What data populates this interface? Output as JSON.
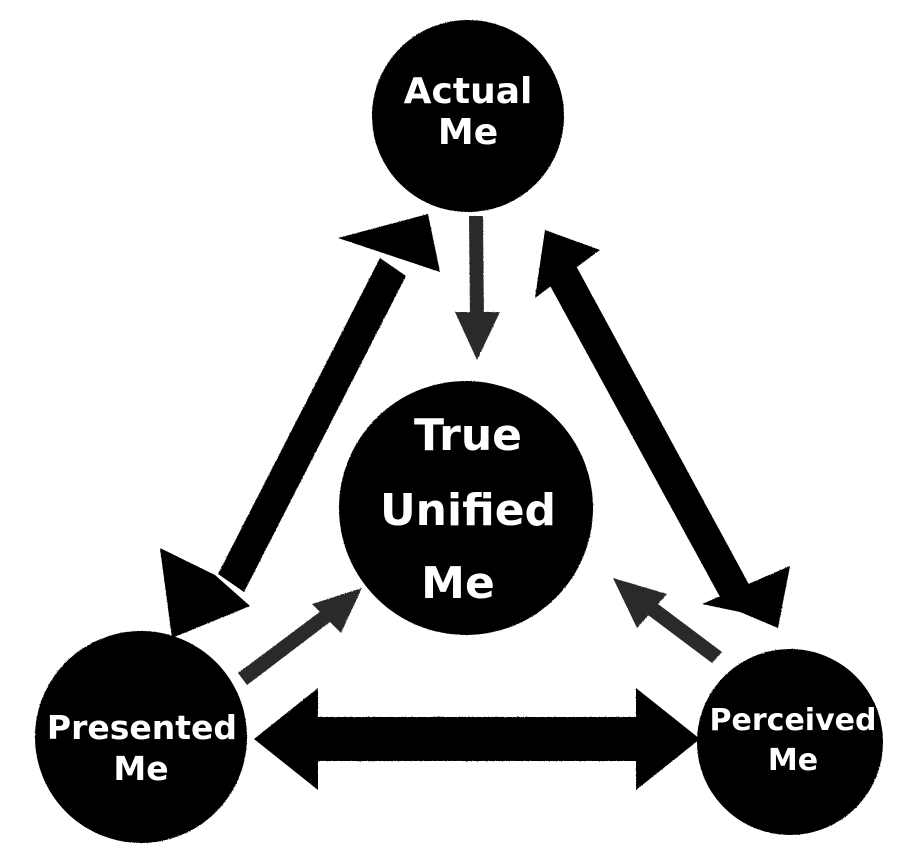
{
  "diagram": {
    "nodes": {
      "actual": {
        "line1": "Actual",
        "line2": "Me"
      },
      "true": {
        "line1": "True",
        "line2": "Unified",
        "line3": "Me"
      },
      "presented": {
        "line1": "Presented",
        "line2": "Me"
      },
      "perceived": {
        "line1": "Perceived",
        "line2": "Me"
      }
    },
    "colors": {
      "node_fill": "#000000",
      "label": "#ffffff",
      "major_arrow": "#000000",
      "minor_arrow": "#2b2b2b",
      "background": "#ffffff"
    }
  }
}
